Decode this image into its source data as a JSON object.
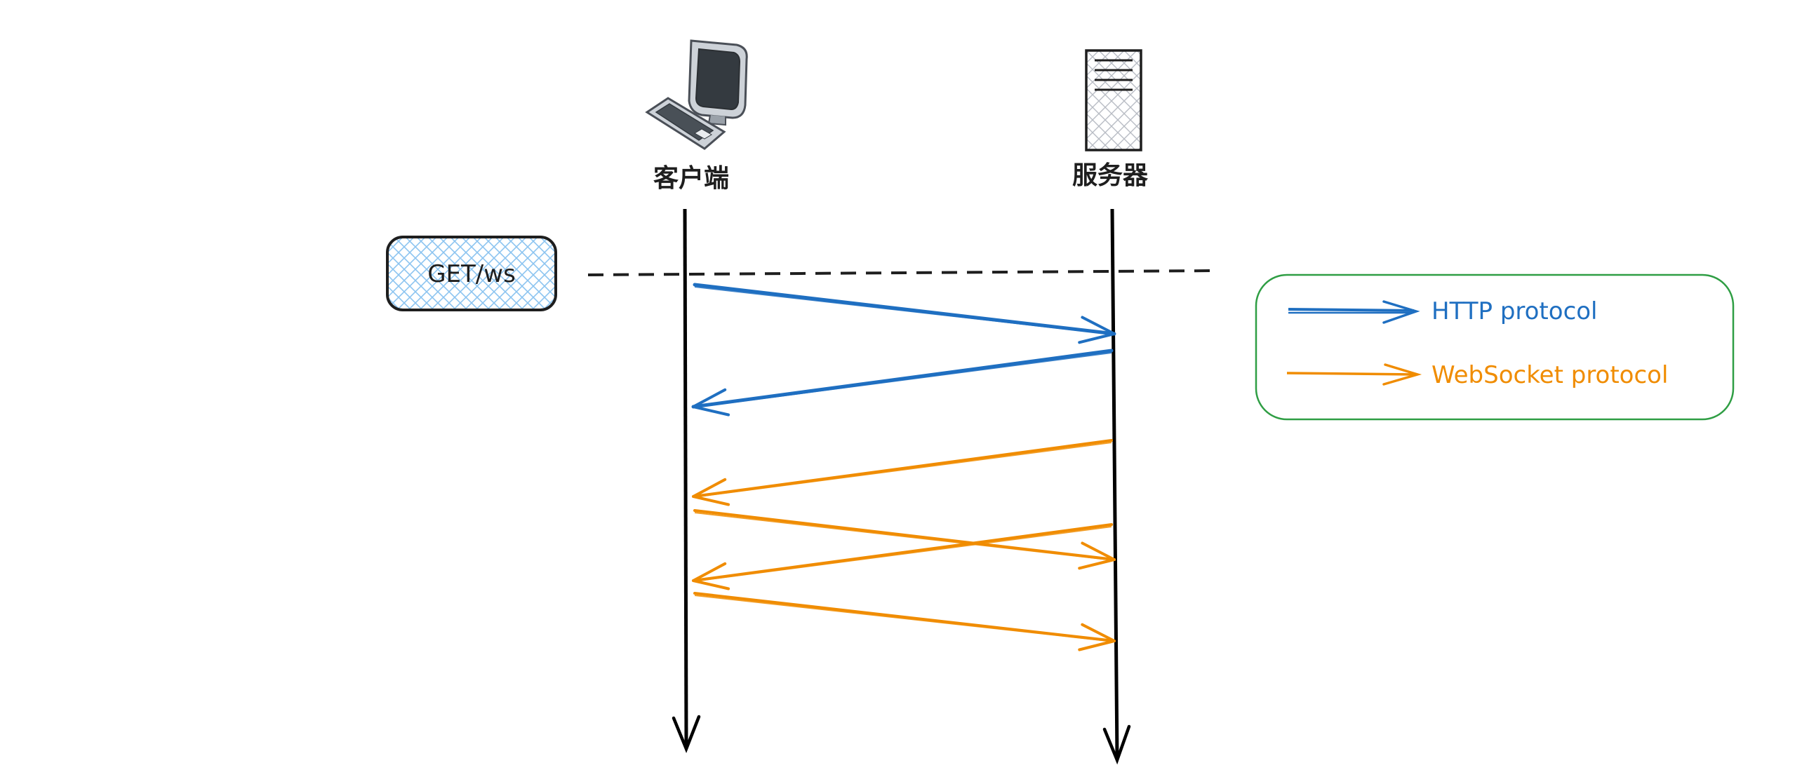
{
  "actors": {
    "client": {
      "label": "客户端"
    },
    "server": {
      "label": "服务器"
    }
  },
  "request_tag": {
    "label": "GET/ws"
  },
  "legend": {
    "items": [
      {
        "label": "HTTP protocol",
        "color": "#1f6fc1"
      },
      {
        "label": "WebSocket protocol",
        "color": "#f08c00"
      }
    ],
    "border_color": "#2f9e44"
  },
  "colors": {
    "http": "#1f6fc1",
    "websocket": "#f08c00",
    "lifeline": "#000000",
    "tag_fill": "#a5d8ff"
  },
  "messages": [
    {
      "protocol": "http",
      "from": "client",
      "to": "server"
    },
    {
      "protocol": "http",
      "from": "server",
      "to": "client"
    },
    {
      "protocol": "websocket",
      "from": "server",
      "to": "client"
    },
    {
      "protocol": "websocket",
      "from": "client",
      "to": "server"
    },
    {
      "protocol": "websocket",
      "from": "server",
      "to": "client"
    },
    {
      "protocol": "websocket",
      "from": "client",
      "to": "server"
    }
  ]
}
